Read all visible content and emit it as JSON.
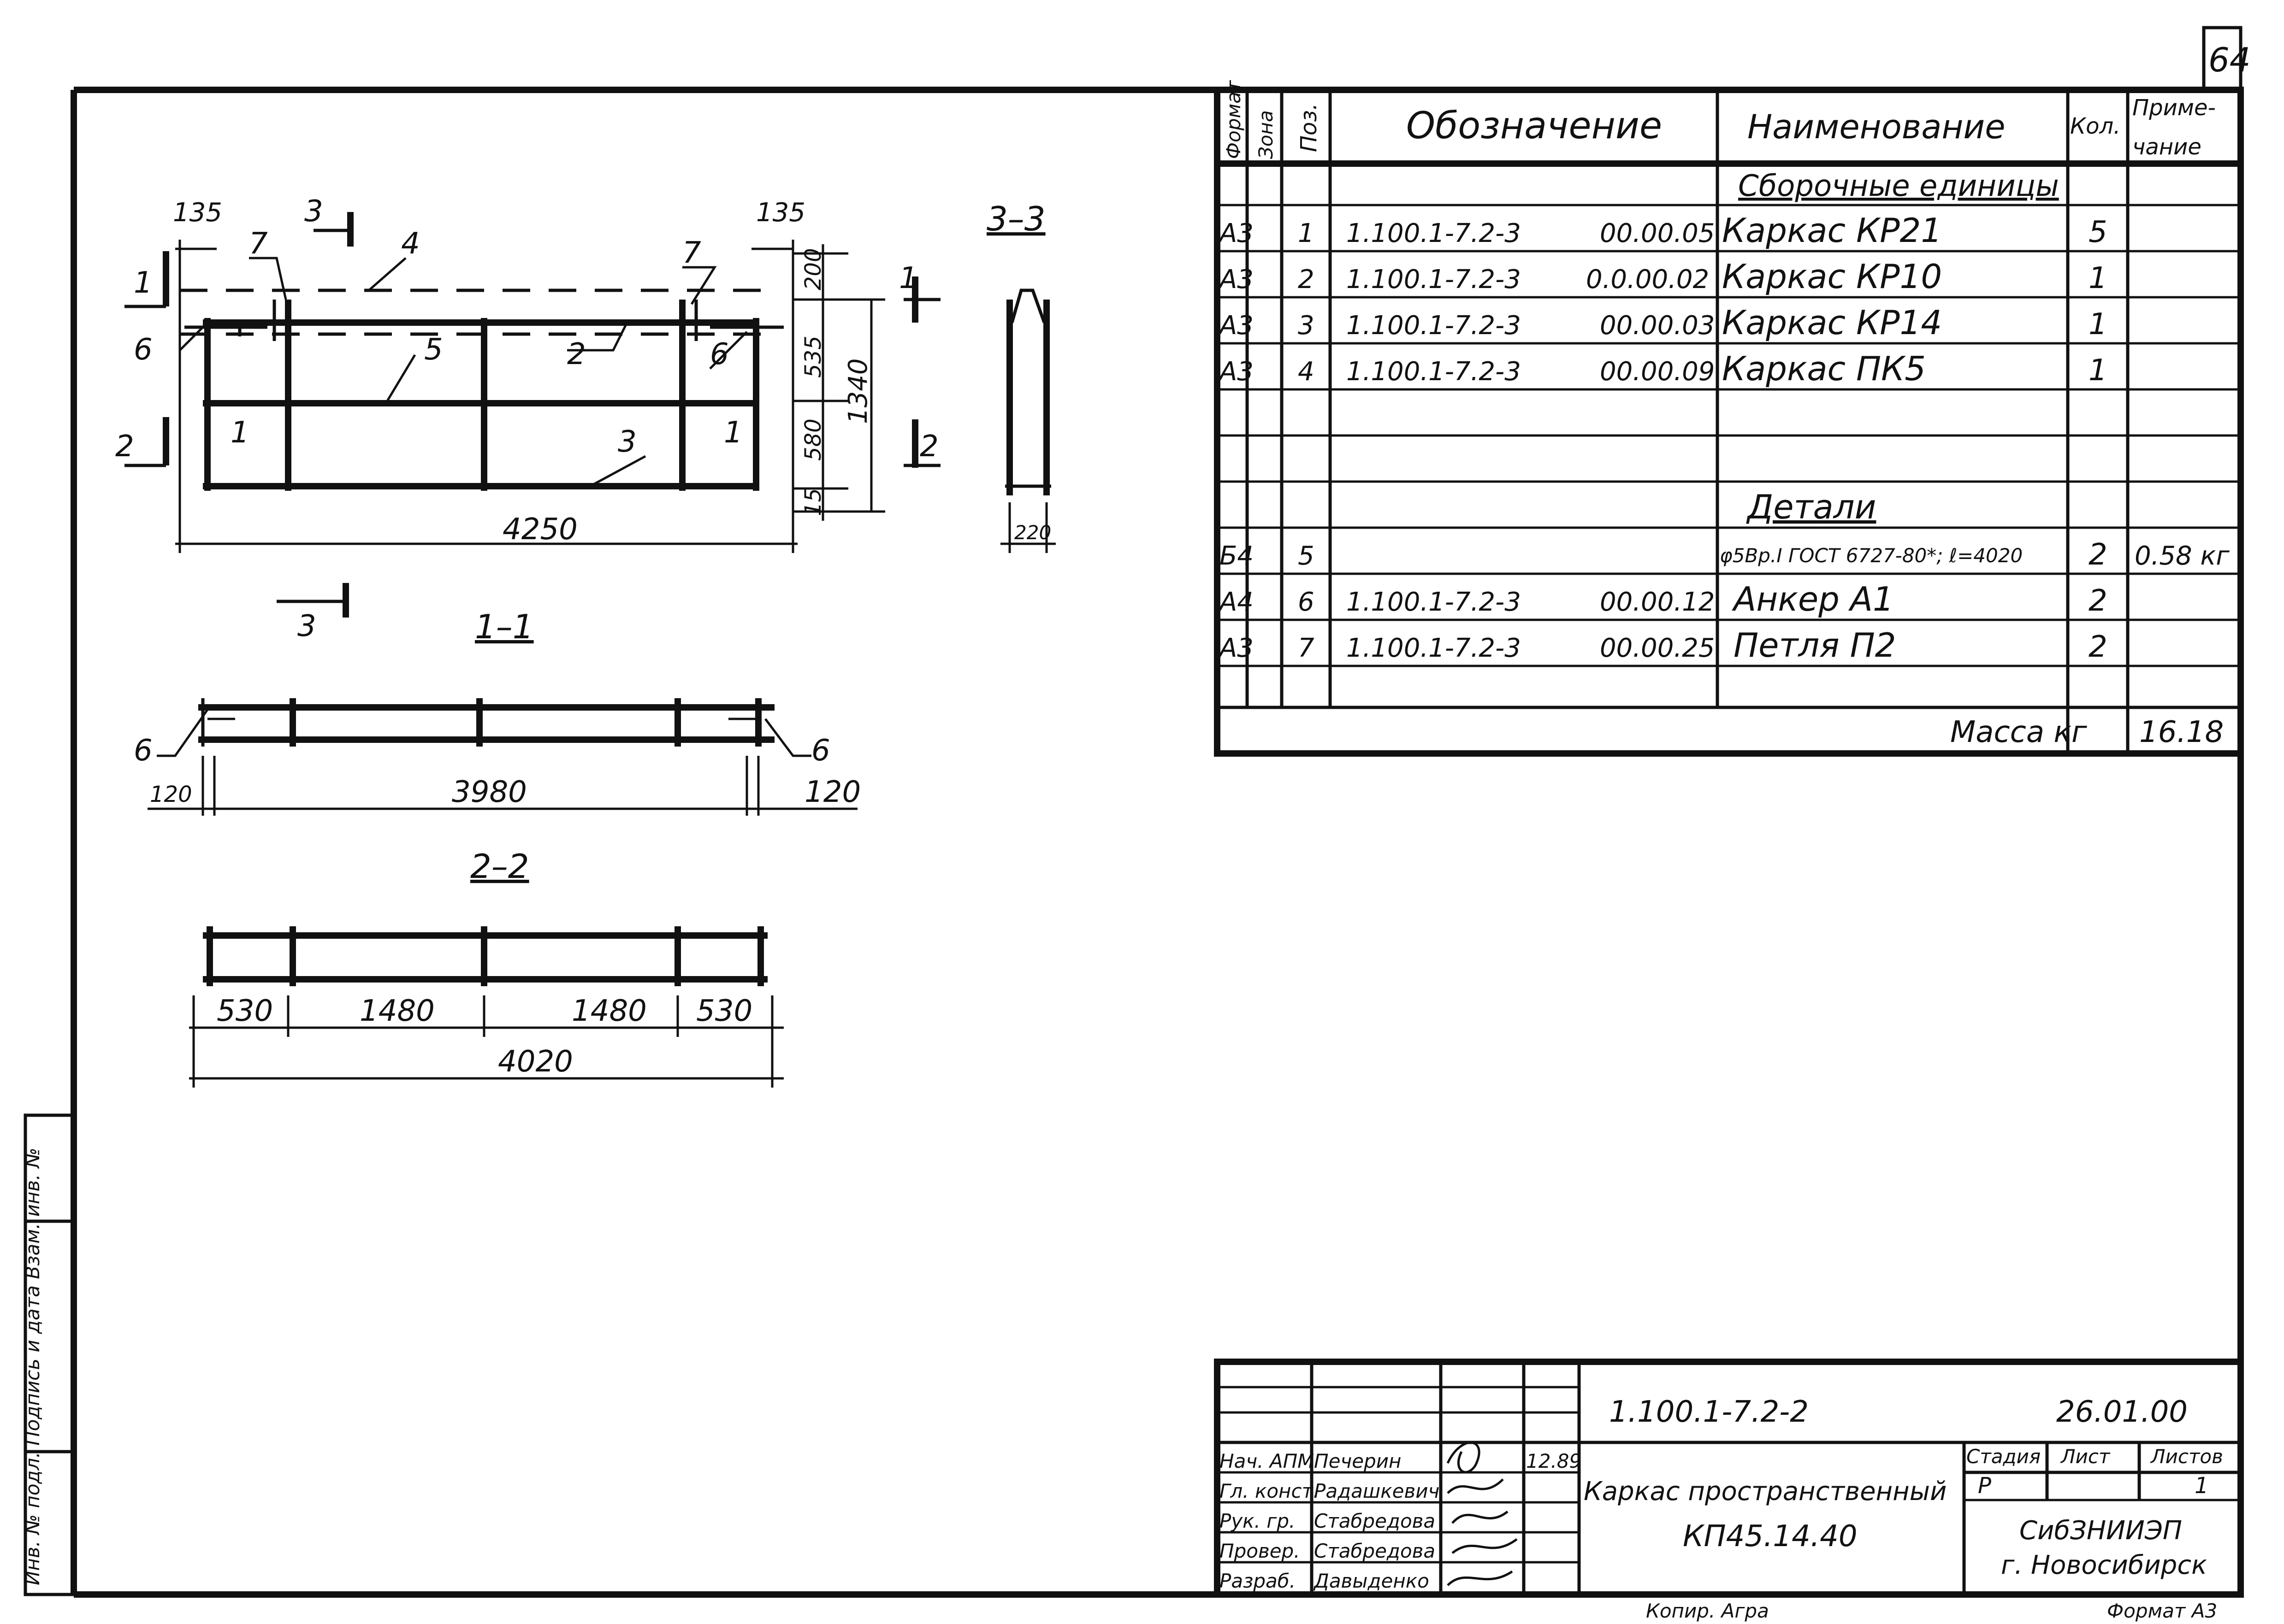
{
  "sheet_number": "64",
  "spec": {
    "headers": {
      "format": "Формат",
      "zone": "Зона",
      "pos": "Поз.",
      "designation": "Обозначение",
      "name": "Наименование",
      "qty": "Кол.",
      "note_line1": "Приме-",
      "note_line2": "чание"
    },
    "section_assembly": "Сборочные единицы",
    "section_details": "Детали",
    "rows": [
      {
        "format": "А3",
        "pos": "1",
        "code": "1.100.1-7.2-3",
        "subcode": "00.00.05",
        "name": "Каркас   КР21",
        "qty": "5",
        "note": ""
      },
      {
        "format": "А3",
        "pos": "2",
        "code": "1.100.1-7.2-3",
        "subcode": "0.0.00.02",
        "name": "Каркас   КР10",
        "qty": "1",
        "note": ""
      },
      {
        "format": "А3",
        "pos": "3",
        "code": "1.100.1-7.2-3",
        "subcode": "00.00.03",
        "name": "Каркас   КР14",
        "qty": "1",
        "note": ""
      },
      {
        "format": "А3",
        "pos": "4",
        "code": "1.100.1-7.2-3",
        "subcode": "00.00.09",
        "name": "Каркас   ПК5",
        "qty": "1",
        "note": ""
      },
      {
        "format": "Б4",
        "pos": "5",
        "code": "",
        "subcode": "",
        "name": "φ5Вр.I ГОСТ 6727-80*; ℓ=4020",
        "qty": "2",
        "note": "0.58 кг"
      },
      {
        "format": "А4",
        "pos": "6",
        "code": "1.100.1-7.2-3",
        "subcode": "00.00.12",
        "name": "Анкер  А1",
        "qty": "2",
        "note": ""
      },
      {
        "format": "А3",
        "pos": "7",
        "code": "1.100.1-7.2-3",
        "subcode": "00.00.25",
        "name": "Петля  П2",
        "qty": "2",
        "note": ""
      }
    ],
    "mass_label": "Масса  кг",
    "mass_value": "16.18"
  },
  "drawing": {
    "dims_main": {
      "d135a": "135",
      "d135b": "135",
      "d4250": "4250",
      "d200": "200",
      "d535": "535",
      "d580": "580",
      "d15": "15",
      "d1340": "1340"
    },
    "labels_main": {
      "p7a": "7",
      "p7b": "7",
      "p4": "4",
      "p3a": "3",
      "p6a": "6",
      "p6b": "6",
      "p5": "5",
      "p2": "2",
      "p1a": "1",
      "p1b": "1",
      "p3b": "3",
      "cut3top": "3",
      "cut3bottom": "3",
      "cut1l": "1",
      "cut1r": "1",
      "cut2l": "2",
      "cut2r": "2"
    },
    "section_33": {
      "title": "3–3",
      "dim": "220"
    },
    "section_11": {
      "title": "1–1",
      "d120a": "120",
      "d3980": "3980",
      "d120b": "120",
      "p6l": "6",
      "p6r": "6"
    },
    "section_22": {
      "title": "2–2",
      "d530a": "530",
      "d1480a": "1480",
      "d1480b": "1480",
      "d530b": "530",
      "d4020": "4020"
    }
  },
  "title_block": {
    "doc_code": "1.100.1-7.2-2",
    "doc_date": "26.01.00",
    "title_line1": "Каркас пространственный",
    "title_line2": "КП45.14.40",
    "stage_label": "Стадия",
    "sheet_label": "Лист",
    "sheets_label": "Листов",
    "stage": "Р",
    "sheets": "1",
    "org_line1": "СибЗНИИЭП",
    "org_line2": "г. Новосибирск",
    "roles": [
      {
        "role": "Нач. АПМ",
        "name": "Печерин"
      },
      {
        "role": "Гл. конст.",
        "name": "Радашкевич"
      },
      {
        "role": "Рук. гр.",
        "name": "Стабредова"
      },
      {
        "role": "Провер.",
        "name": "Стабредова"
      },
      {
        "role": "Разраб.",
        "name": "Давыденко"
      }
    ],
    "date_mark": "12.89",
    "copied": "Копир. Агра",
    "format_label": "Формат А3"
  },
  "side_stamp": "Инв. № подл.  Подпись и дата  Взам. инв. №"
}
